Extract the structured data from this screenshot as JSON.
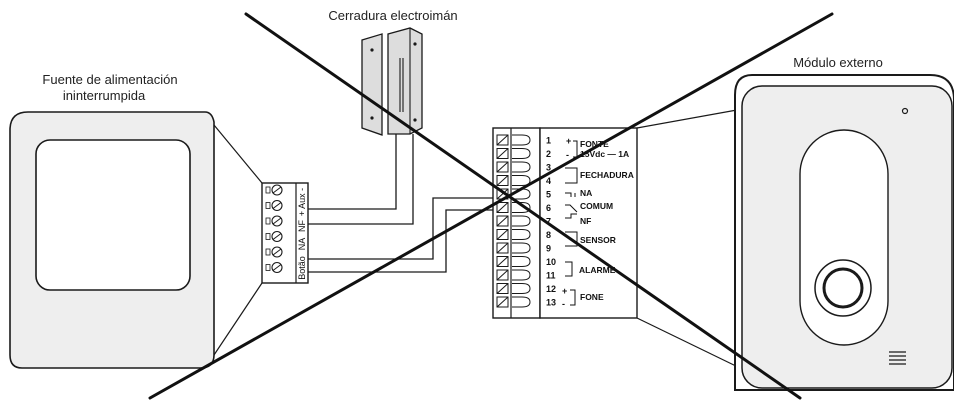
{
  "labels": {
    "power_supply_line1": "Fuente de alimentación",
    "power_supply_line2": "ininterrumpida",
    "electromagnet_lock": "Cerradura electroimán",
    "external_module": "Módulo externo"
  },
  "power_supply_terminals": {
    "aux": "+ Aux -",
    "nf": "NF",
    "na": "NA",
    "botao": "Botão"
  },
  "terminal_block": {
    "numbers": [
      "1",
      "2",
      "3",
      "4",
      "5",
      "6",
      "7",
      "8",
      "9",
      "10",
      "11",
      "12",
      "13"
    ],
    "plus": "+",
    "minus": "-",
    "fonte": "FONTE",
    "fonte_spec": "15Vdc — 1A",
    "fechadura": "FECHADURA",
    "na": "NA",
    "comum": "COMUM",
    "nf": "NF",
    "sensor": "SENSOR",
    "alarme": "ALARME",
    "fone": "FONE"
  },
  "colors": {
    "line": "#1a1a1a",
    "device_fill": "#eeeeee",
    "lock_fill": "#dddddd",
    "cross_out": "#111111"
  }
}
